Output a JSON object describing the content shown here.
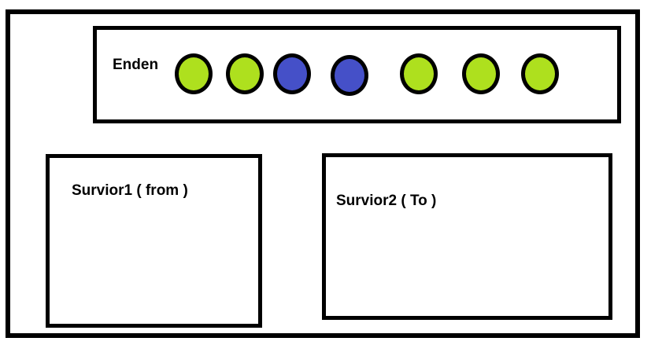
{
  "diagram": {
    "enden": {
      "label": "Enden",
      "circles": [
        {
          "color": "green"
        },
        {
          "color": "green"
        },
        {
          "color": "blue"
        },
        {
          "color": "blue"
        },
        {
          "color": "green"
        },
        {
          "color": "green"
        },
        {
          "color": "green"
        }
      ]
    },
    "survivor1": {
      "label": "Survior1 ( from )"
    },
    "survivor2": {
      "label": "Survior2 ( To )"
    }
  },
  "palette": {
    "green": "#AEE01E",
    "blue": "#4550C8",
    "outline": "#000000",
    "background": "#FFFFFF"
  }
}
